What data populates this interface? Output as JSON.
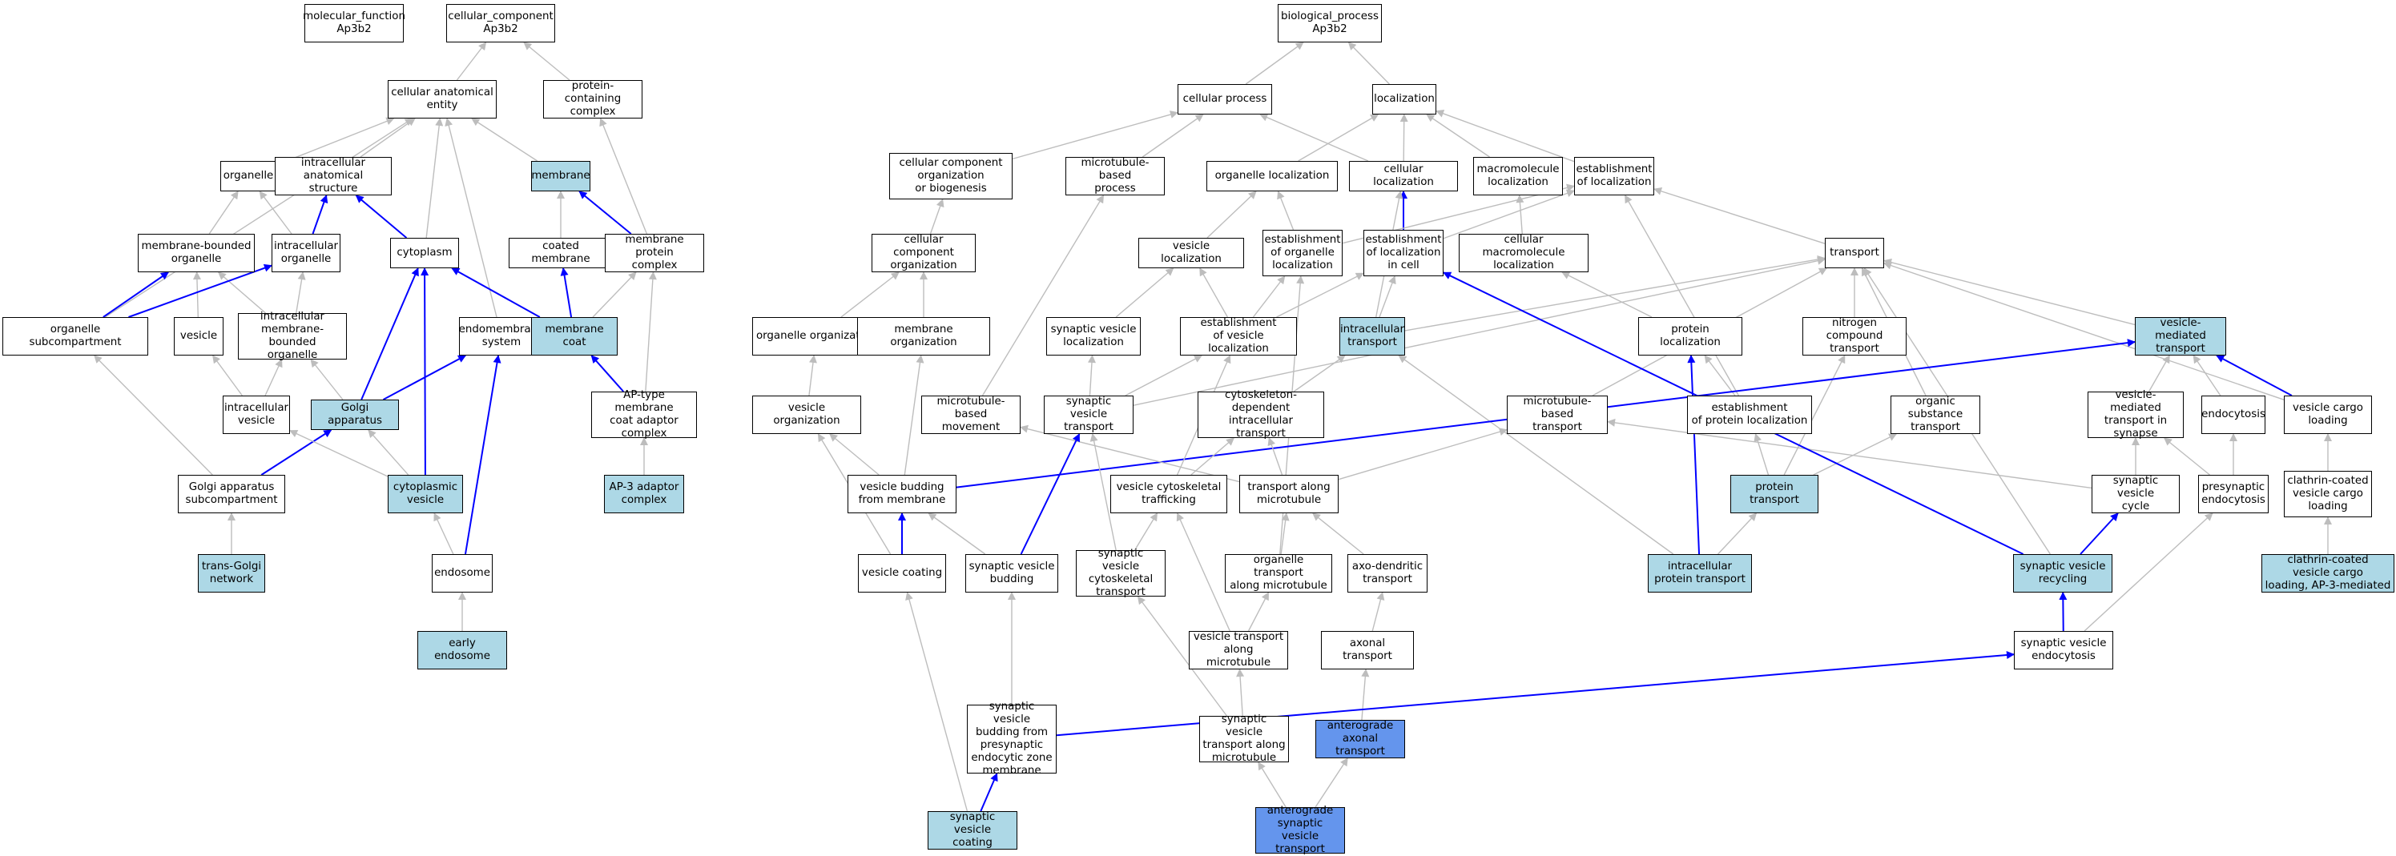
{
  "colors": {
    "highlight_light": "#add8e6",
    "highlight_dark": "#6495ed",
    "edge_gray": "#bdbdbd",
    "edge_blue": "#0000ff"
  },
  "nodes": {
    "molecular_function": "molecular_function\nAp3b2",
    "cellular_component": "cellular_component\nAp3b2",
    "biological_process": "biological_process\nAp3b2",
    "cellular_anatomical_entity": "cellular anatomical\nentity",
    "protein_containing_complex": "protein-containing\ncomplex",
    "cellular_process": "cellular process",
    "localization": "localization",
    "organelle": "organelle",
    "intracellular_anatomical_structure": "intracellular\nanatomical structure",
    "membrane": "membrane",
    "cc_org_or_biogenesis": "cellular component\norganization\nor biogenesis",
    "microtubule_based_process": "microtubule-based\nprocess",
    "organelle_localization": "organelle localization",
    "cellular_localization": "cellular localization",
    "macromolecule_localization": "macromolecule\nlocalization",
    "establishment_of_localization": "establishment\nof localization",
    "membrane_bounded_organelle": "membrane-bounded\norganelle",
    "intracellular_organelle": "intracellular\norganelle",
    "cytoplasm": "cytoplasm",
    "coated_membrane": "coated membrane",
    "membrane_protein_complex": "membrane protein\ncomplex",
    "cellular_component_organization": "cellular component\norganization",
    "vesicle_localization": "vesicle localization",
    "establishment_of_organelle_localization": "establishment\nof organelle\nlocalization",
    "establishment_of_localization_in_cell": "establishment\nof localization\nin cell",
    "cellular_macromolecule_localization": "cellular macromolecule\nlocalization",
    "transport": "transport",
    "organelle_subcompartment": "organelle subcompartment",
    "vesicle": "vesicle",
    "intracellular_membrane_bounded_organelle": "intracellular\nmembrane-bounded\norganelle",
    "endomembrane_system": "endomembrane\nsystem",
    "membrane_coat": "membrane coat",
    "organelle_organization": "organelle organization",
    "membrane_organization": "membrane organization",
    "synaptic_vesicle_localization": "synaptic vesicle\nlocalization",
    "establishment_of_vesicle_localization": "establishment\nof vesicle localization",
    "intracellular_transport": "intracellular\ntransport",
    "protein_localization": "protein localization",
    "nitrogen_compound_transport": "nitrogen compound\ntransport",
    "vesicle_mediated_transport": "vesicle-mediated\ntransport",
    "intracellular_vesicle": "intracellular\nvesicle",
    "golgi_apparatus": "Golgi apparatus",
    "ap_type_membrane_coat_adaptor_complex": "AP-type membrane\ncoat adaptor\ncomplex",
    "vesicle_organization": "vesicle organization",
    "microtubule_based_movement": "microtubule-based\nmovement",
    "synaptic_vesicle_transport": "synaptic vesicle\ntransport",
    "cytoskeleton_dependent_intracellular_transport": "cytoskeleton-dependent\nintracellular\ntransport",
    "microtubule_based_transport": "microtubule-based\ntransport",
    "establishment_of_protein_localization": "establishment\nof protein localization",
    "organic_substance_transport": "organic substance\ntransport",
    "vesicle_mediated_transport_in_synapse": "vesicle-mediated\ntransport in\nsynapse",
    "endocytosis": "endocytosis",
    "vesicle_cargo_loading": "vesicle cargo\nloading",
    "golgi_apparatus_subcompartment": "Golgi apparatus\nsubcompartment",
    "cytoplasmic_vesicle": "cytoplasmic\nvesicle",
    "ap3_adaptor_complex": "AP-3 adaptor\ncomplex",
    "vesicle_budding_from_membrane": "vesicle budding\nfrom membrane",
    "vesicle_cytoskeletal_trafficking": "vesicle cytoskeletal\ntrafficking",
    "transport_along_microtubule": "transport along\nmicrotubule",
    "protein_transport": "protein transport",
    "synaptic_vesicle_cycle": "synaptic vesicle\ncycle",
    "presynaptic_endocytosis": "presynaptic\nendocytosis",
    "clathrin_coated_vesicle_cargo_loading": "clathrin-coated\nvesicle cargo\nloading",
    "trans_golgi_network": "trans-Golgi\nnetwork",
    "endosome": "endosome",
    "vesicle_coating": "vesicle coating",
    "synaptic_vesicle_budding": "synaptic vesicle\nbudding",
    "synaptic_vesicle_cytoskeletal_transport": "synaptic vesicle\ncytoskeletal\ntransport",
    "organelle_transport_along_microtubule": "organelle transport\nalong microtubule",
    "axo_dendritic_transport": "axo-dendritic\ntransport",
    "intracellular_protein_transport": "intracellular\nprotein transport",
    "synaptic_vesicle_recycling": "synaptic vesicle\nrecycling",
    "clathrin_coated_vesicle_cargo_loading_ap3": "clathrin-coated\nvesicle cargo\nloading, AP-3-mediated",
    "early_endosome": "early endosome",
    "vesicle_transport_along_microtubule": "vesicle transport\nalong microtubule",
    "axonal_transport": "axonal transport",
    "synaptic_vesicle_endocytosis": "synaptic vesicle\nendocytosis",
    "synaptic_vesicle_budding_presynaptic": "synaptic vesicle\nbudding from\npresynaptic\nendocytic zone\nmembrane",
    "synaptic_vesicle_transport_along_microtubule": "synaptic vesicle\ntransport along\nmicrotubule",
    "anterograde_axonal_transport": "anterograde\naxonal transport",
    "synaptic_vesicle_coating": "synaptic vesicle\ncoating",
    "anterograde_synaptic_vesicle_transport": "anterograde\nsynaptic vesicle\ntransport"
  }
}
